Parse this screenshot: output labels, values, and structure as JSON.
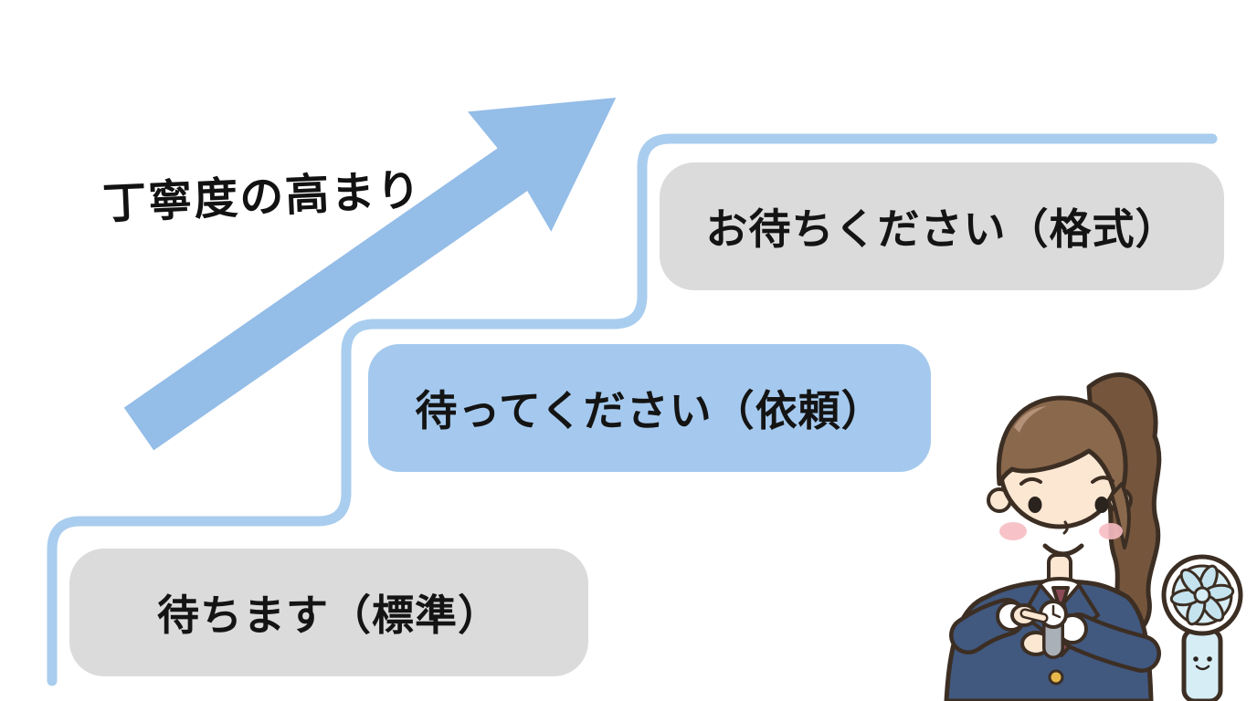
{
  "colors": {
    "arrow_blue": "#94bde8",
    "line_blue": "#a9cdee",
    "box_blue": "#a5c9ee",
    "box_gray": "#dbdbdb",
    "text_black": "#141414",
    "suit_navy": "#41587f",
    "outline_dark": "#3c2e23",
    "hair_brown": "#8a684c",
    "hair_dark": "#75563d",
    "skin": "#fce7d3",
    "blush_pink": "#f6bcc2",
    "tie_maroon": "#8c4a57",
    "shirt_white": "#ffffff",
    "watch_gray": "#aab0b8",
    "button_gold": "#e8b84a",
    "fan_blue": "#c4e3ef",
    "fan_light": "#d6edf5"
  },
  "diagram": {
    "title": "丁寧度の高まり",
    "arrow_icon": "rising-arrow",
    "staircase_icon": "ascending-steps-line",
    "levels": [
      {
        "label": "待ちます（標準）",
        "tone": "gray",
        "position": "bottom"
      },
      {
        "label": "待ってください（依頼）",
        "tone": "blue",
        "position": "middle"
      },
      {
        "label": "お待ちください（格式）",
        "tone": "gray",
        "position": "top"
      }
    ]
  },
  "illustration": {
    "woman_icon": "businesswoman-pointing-at-wristwatch",
    "mascot_icon": "handheld-fan-character"
  }
}
